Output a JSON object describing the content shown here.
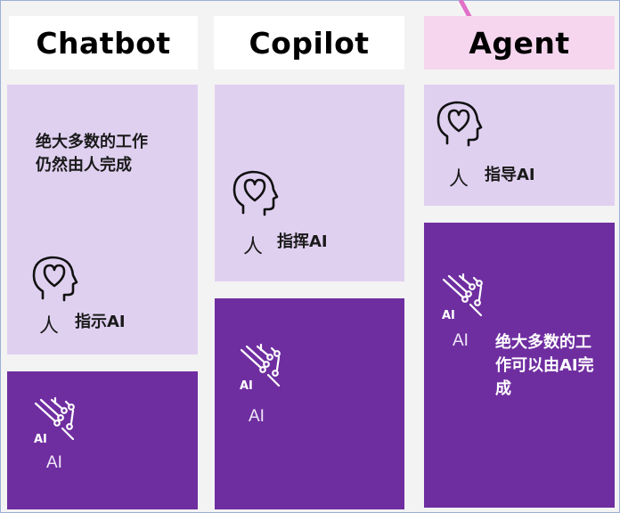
{
  "columns": {
    "chatbot": {
      "title": "Chatbot",
      "description": "绝大多数的工作\n仍然由人完成",
      "human_char": "人",
      "human_label": "指示AI",
      "ai_label": "AI"
    },
    "copilot": {
      "title": "Copilot",
      "human_char": "人",
      "human_label": "指挥AI",
      "ai_label": "AI"
    },
    "agent": {
      "title": "Agent",
      "human_char": "人",
      "human_label": "指导AI",
      "ai_label": "AI",
      "description": "绝大多数的工\n作可以由AI完\n成"
    }
  },
  "icons": {
    "head": "head-heart-icon",
    "ai": "ai-circuit-icon",
    "arrow": "down-arrow-icon"
  },
  "colors": {
    "light_purple": "#e0d0f0",
    "dark_purple": "#6f2ea0",
    "agent_header": "#f6d6ee",
    "arrow": "#e070c8"
  }
}
